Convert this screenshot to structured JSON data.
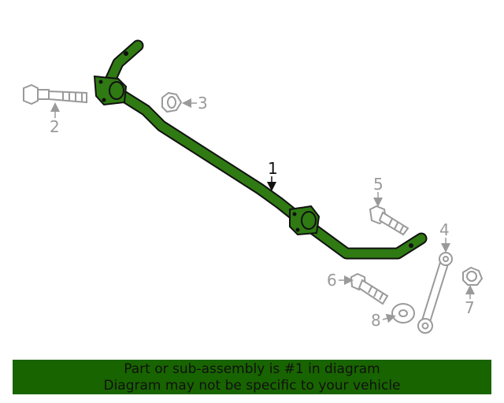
{
  "callouts": {
    "c1": "1",
    "c2": "2",
    "c3": "3",
    "c4": "4",
    "c5": "5",
    "c6": "6",
    "c7": "7",
    "c8": "8"
  },
  "banner": {
    "line1": "Part or sub-assembly is #1 in diagram",
    "line2": "Diagram may not be specific to your vehicle"
  },
  "colors": {
    "highlight_part": "#2f7a13",
    "other_parts": "#9a9a9a",
    "banner_bg": "#186400"
  }
}
